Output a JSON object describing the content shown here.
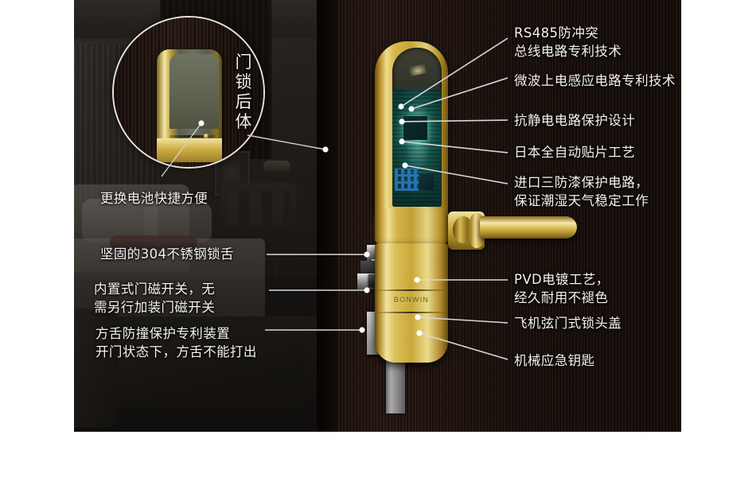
{
  "brand": "BONWIN",
  "magnifier": {
    "vertical_label": "门锁后体",
    "name": "lock-rear-body-magnifier"
  },
  "left_labels": [
    {
      "id": "battery",
      "text": "更换电池快捷方便"
    },
    {
      "id": "deadbolt",
      "text": "坚固的304不锈钢锁舌"
    },
    {
      "id": "door-magnet",
      "text": "内置式门磁开关，无\n需另行加装门磁开关"
    },
    {
      "id": "anti-crash",
      "text": "方舌防撞保护专利装置\n开门状态下，方舌不能打出"
    }
  ],
  "right_labels": [
    {
      "id": "rs485",
      "text": "RS485防冲突\n总线电路专利技术"
    },
    {
      "id": "microwave",
      "text": "微波上电感应电路专利技术"
    },
    {
      "id": "esd",
      "text": "抗静电电路保护设计"
    },
    {
      "id": "smt",
      "text": "日本全自动贴片工艺"
    },
    {
      "id": "coating",
      "text": "进口三防漆保护电路，\n保证潮湿天气稳定工作"
    },
    {
      "id": "pvd",
      "text": "PVD电镀工艺，\n经久耐用不褪色"
    },
    {
      "id": "lockcap",
      "text": "飞机弦门式锁头盖"
    },
    {
      "id": "emergency",
      "text": "机械应急钥匙"
    }
  ],
  "colors": {
    "text": "#f4f3ef",
    "leader_line": "#d8d8d8",
    "gold_light": "#f2e49e",
    "gold_mid": "#c8a838",
    "gold_dark": "#5f4710",
    "door_wood": "#1d120e",
    "page_background": "#ffffff"
  },
  "edge_plate": {
    "logo_text": "BONWIN"
  }
}
